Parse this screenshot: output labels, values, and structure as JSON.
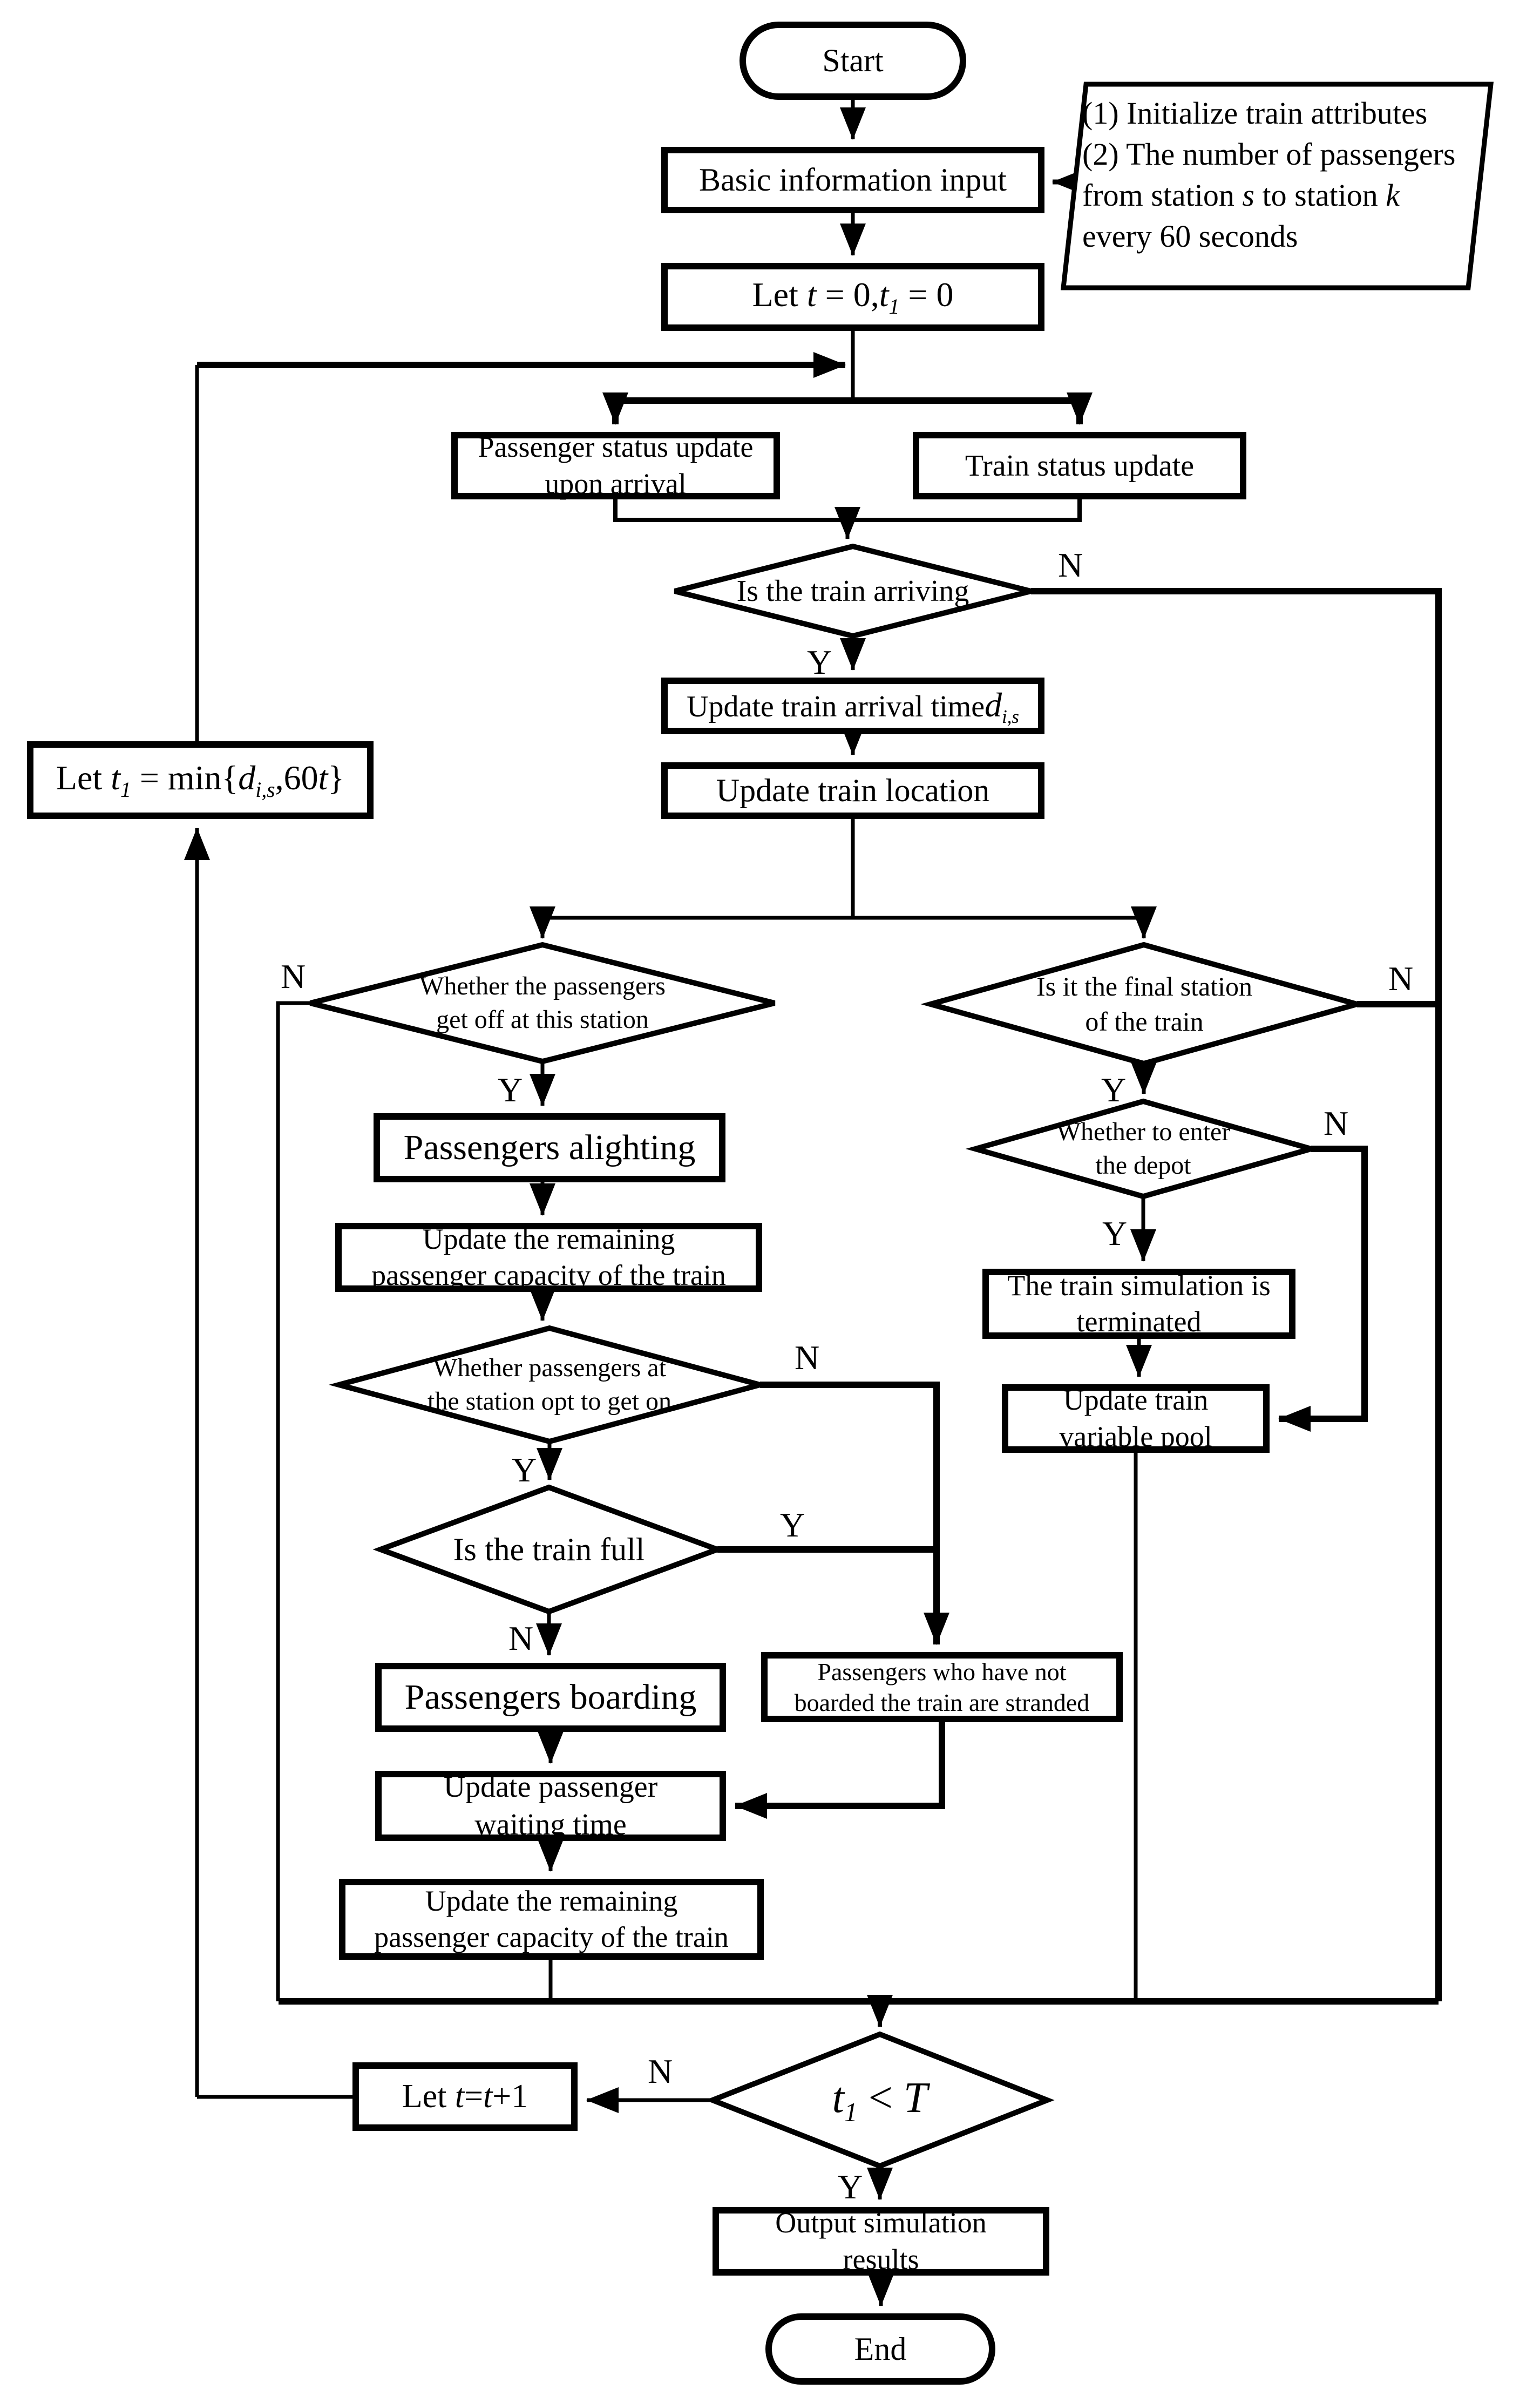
{
  "diagram_title": "Train operation and passenger flow simulation flowchart",
  "colors": {
    "line": "#000000",
    "background": "#ffffff",
    "text": "#000000"
  },
  "nodes": {
    "start": "Start",
    "basic_info": "Basic information input",
    "annotation": {
      "l1": "(1) Initialize train attributes",
      "l2": "(2) The number of passengers",
      "l3a": "from station ",
      "l3b": "s",
      "l3c": " to station ",
      "l3d": "k",
      "l4": "every 60 seconds"
    },
    "init": {
      "p1": "Let ",
      "p2": "t",
      "p3": " = 0,",
      "p4": "t",
      "p5": "1",
      "p6": " = 0"
    },
    "pass_status": {
      "l1": "Passenger status update",
      "l2": "upon arrival"
    },
    "train_status": "Train status update",
    "arriving": "Is the train arriving",
    "arrival_time": {
      "p1": "Update train arrival time",
      "p2": "d",
      "p3": "i,s"
    },
    "location": "Update train location",
    "t1min": {
      "p1": "Let ",
      "p2": "t",
      "p3": "1",
      "p4": " = min{",
      "p5": "d",
      "p6": "i,s",
      "p7": ",60",
      "p8": "t",
      "p9": "}"
    },
    "getoff": {
      "l1": "Whether the passengers",
      "l2": "get off at this station"
    },
    "alighting": "Passengers alighting",
    "capacity1": {
      "l1": "Update the remaining",
      "l2": "passenger capacity of the train"
    },
    "opt_on": {
      "l1": "Whether passengers at",
      "l2": "the station opt to get on"
    },
    "full": "Is the train full",
    "boarding": "Passengers boarding",
    "stranded": {
      "l1": "Passengers who have not",
      "l2": "boarded the train are stranded"
    },
    "waiting": {
      "l1": "Update passenger",
      "l2": "waiting time"
    },
    "capacity2": {
      "l1": "Update the remaining",
      "l2": "passenger capacity of the train"
    },
    "final_station": {
      "l1": "Is it the final station",
      "l2": "of the train"
    },
    "depot": {
      "l1": "Whether to enter",
      "l2": "the depot"
    },
    "terminated": {
      "l1": "The train simulation is",
      "l2": "terminated"
    },
    "pool": {
      "l1": "Update train",
      "l2": "variable pool"
    },
    "t_check": {
      "p1": "t",
      "p2": "1",
      "p3": " < ",
      "p4": "T"
    },
    "t_inc": {
      "p1": "Let ",
      "p2": "t",
      "p3": "=",
      "p4": "t",
      "p5": "+1"
    },
    "output": {
      "l1": "Output simulation",
      "l2": "results"
    },
    "end": "End"
  },
  "branches": {
    "arriving": {
      "n": "N",
      "y": "Y"
    },
    "getoff": {
      "n": "N",
      "y": "Y"
    },
    "opt_on": {
      "n": "N",
      "y": "Y"
    },
    "full": {
      "y": "Y",
      "n": "N"
    },
    "final_station": {
      "n": "N",
      "y": "Y"
    },
    "depot": {
      "n": "N",
      "y": "Y"
    },
    "t_check": {
      "n": "N",
      "y": "Y"
    }
  }
}
